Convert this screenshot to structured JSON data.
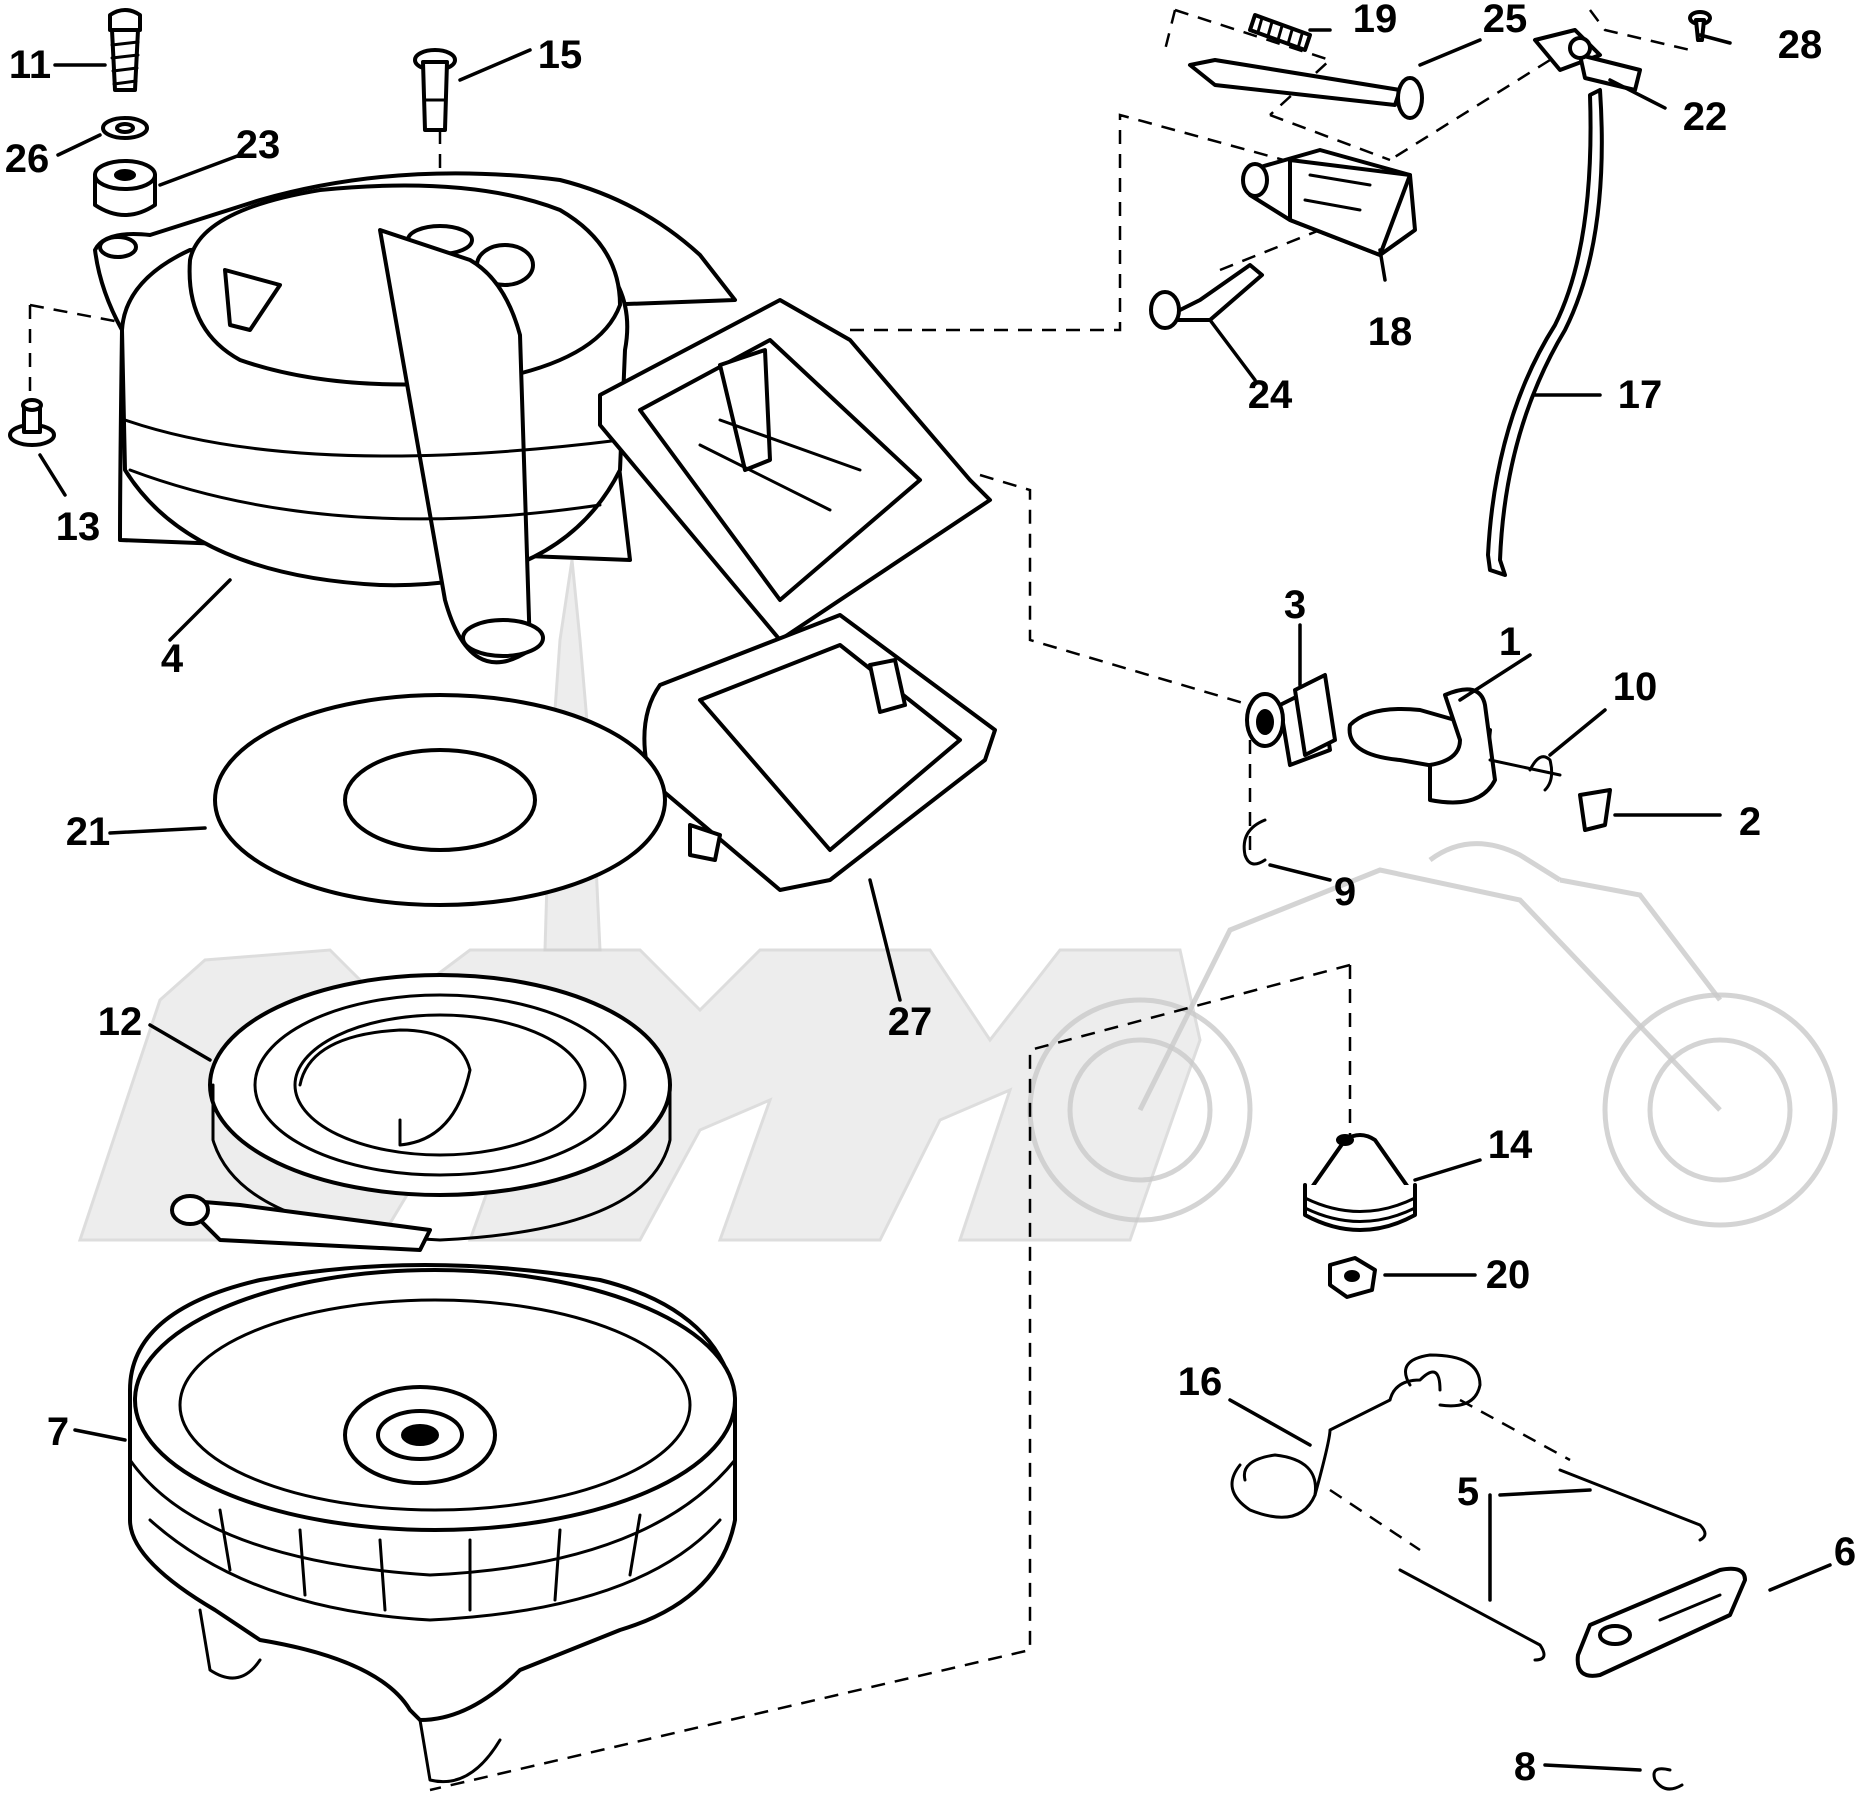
{
  "callouts": [
    "1",
    "2",
    "3",
    "4",
    "5",
    "6",
    "7",
    "8",
    "9",
    "10",
    "11",
    "12",
    "13",
    "14",
    "15",
    "16",
    "17",
    "18",
    "19",
    "20",
    "21",
    "22",
    "23",
    "24",
    "25",
    "26",
    "27",
    "28"
  ],
  "watermark": {
    "name": "motorcycle-logo-watermark"
  }
}
